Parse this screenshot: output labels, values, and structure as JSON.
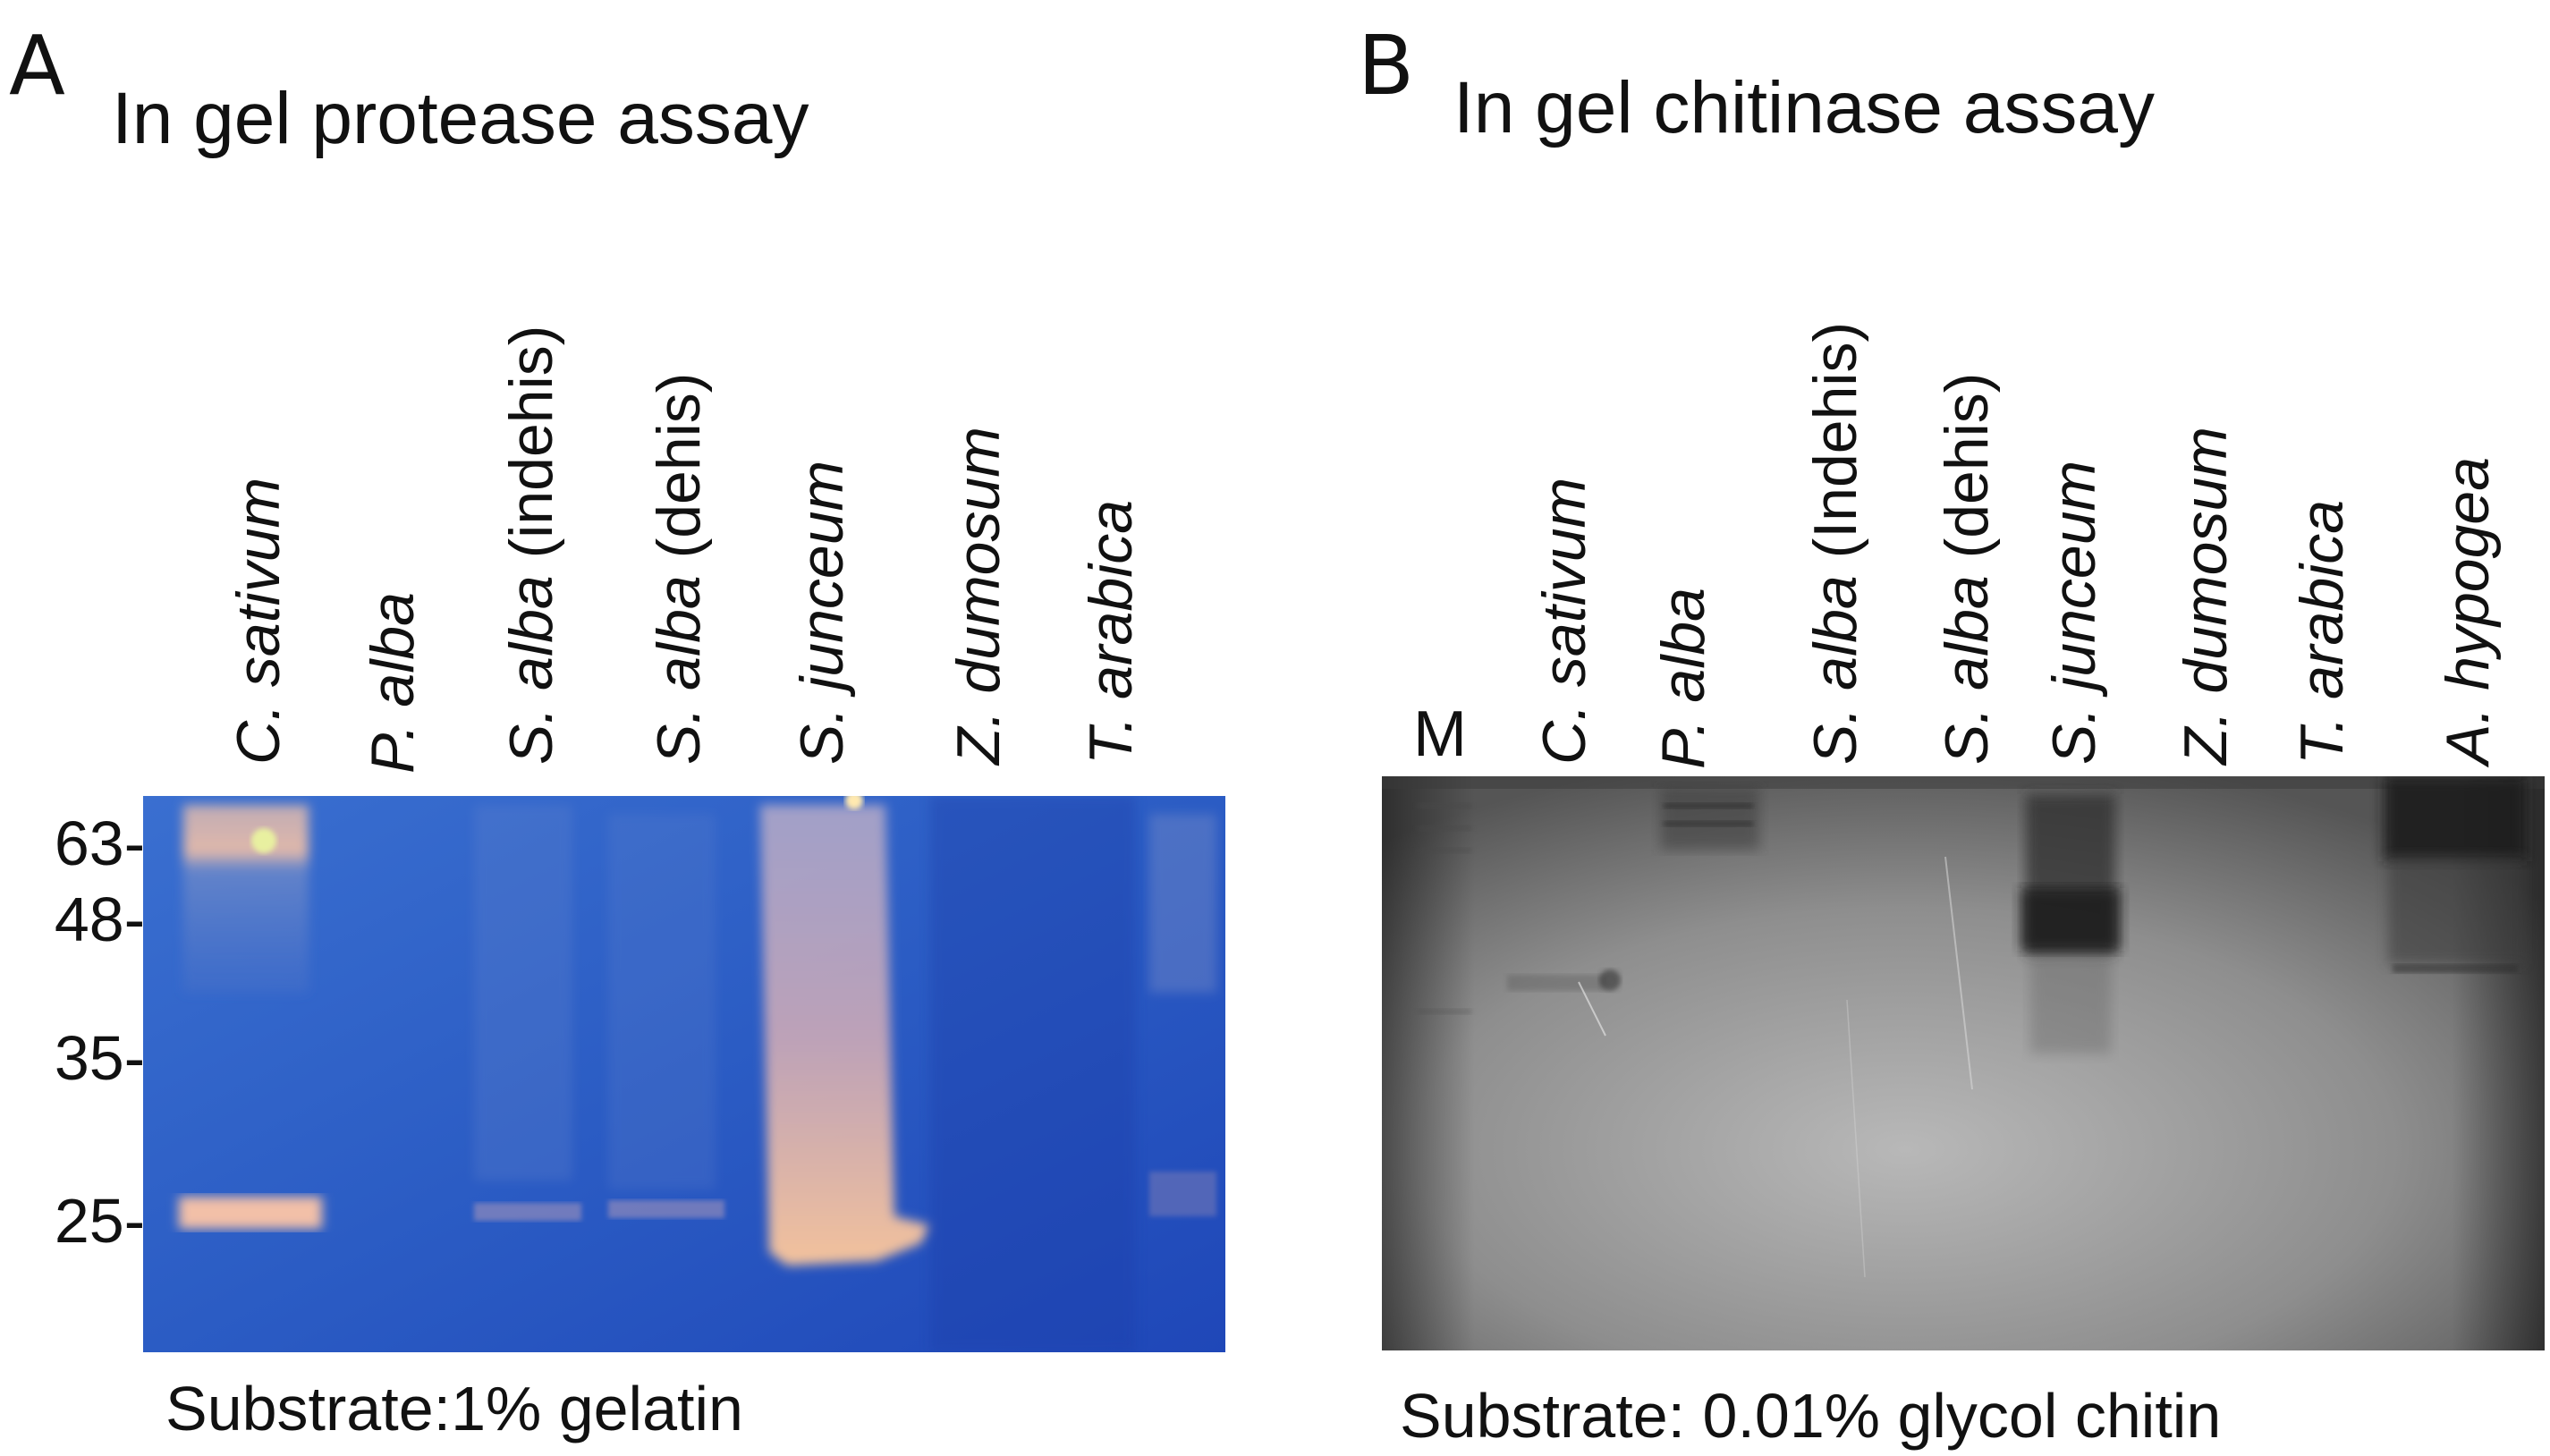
{
  "panel_a": {
    "letter": "A",
    "title": "In gel protease assay",
    "lanes": [
      {
        "italic": "C. sativum",
        "suffix": ""
      },
      {
        "italic": "P. alba",
        "suffix": ""
      },
      {
        "italic": "S. alba",
        "suffix": "  (indehis)"
      },
      {
        "italic": "S. alba",
        "suffix": "  (dehis)"
      },
      {
        "italic": "S. junceum",
        "suffix": ""
      },
      {
        "italic": "Z. dumosum",
        "suffix": ""
      },
      {
        "italic": "T. arabica",
        "suffix": ""
      }
    ],
    "markers": [
      "63-",
      "48-",
      "35-",
      "25-"
    ],
    "substrate": "Substrate:1% gelatin",
    "colors": {
      "gel": "#2f63c8",
      "band": "#f2c8a8"
    }
  },
  "panel_b": {
    "letter": "B",
    "title": "In gel chitinase assay",
    "marker_lane": "M",
    "lanes": [
      {
        "italic": "C. sativum",
        "suffix": ""
      },
      {
        "italic": "P. alba",
        "suffix": ""
      },
      {
        "italic": "S. alba",
        "suffix": " (Indehis)"
      },
      {
        "italic": "S. alba",
        "suffix": " (dehis)"
      },
      {
        "italic": "S. junceum",
        "suffix": ""
      },
      {
        "italic": "Z. dumosum",
        "suffix": ""
      },
      {
        "italic": "T. arabica",
        "suffix": ""
      },
      {
        "italic": "A. hypogea",
        "suffix": ""
      }
    ],
    "substrate": "Substrate: 0.01% glycol chitin",
    "colors": {
      "gel": "#7a7a7a",
      "band": "#3a3a3a"
    }
  }
}
